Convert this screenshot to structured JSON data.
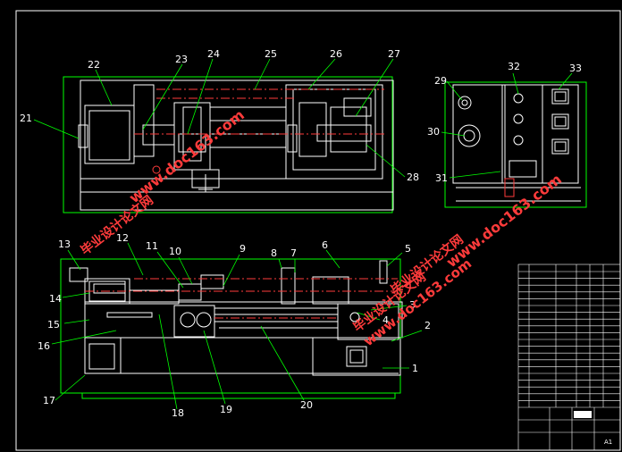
{
  "drawing": {
    "balloons": [
      "1",
      "2",
      "3",
      "4",
      "5",
      "6",
      "7",
      "8",
      "9",
      "10",
      "11",
      "12",
      "13",
      "14",
      "15",
      "16",
      "17",
      "18",
      "19",
      "20",
      "21",
      "22",
      "23",
      "24",
      "25",
      "26",
      "27",
      "28",
      "29",
      "30",
      "31",
      "32",
      "33"
    ]
  },
  "watermark": {
    "text1": "毕业设计论文网",
    "text2": "www.doc163.com"
  },
  "title_block": {
    "code_cell": "A1"
  },
  "colors": {
    "background": "#000000",
    "outline": "#ffffff",
    "leader": "#00ff00",
    "centerline": "#ff3b3b",
    "watermark": "#ff3b3b"
  }
}
